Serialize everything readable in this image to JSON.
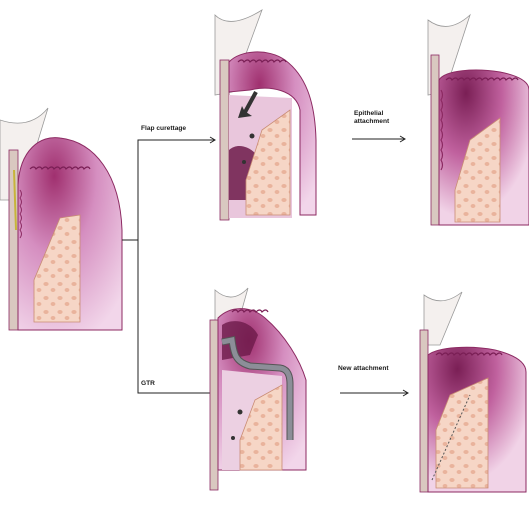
{
  "labels": {
    "flap_curettage": "Flap curettage",
    "epithelial_line1": "Epithelial",
    "epithelial_line2": "attachment",
    "gtr": "GTR",
    "new_attachment": "New attachment"
  },
  "colors": {
    "gum_outer": "#f2d6ea",
    "gum_mid": "#d58ec0",
    "gum_deep": "#a0306f",
    "gum_edge": "#8c2a62",
    "bone": "#f6d6c6",
    "bone_spot": "#e9b39c",
    "tooth": "#f4f0ee",
    "tooth_root": "#d9c8c0",
    "membrane": "#8c8e98",
    "arrow": "#333333",
    "line": "#222222"
  }
}
